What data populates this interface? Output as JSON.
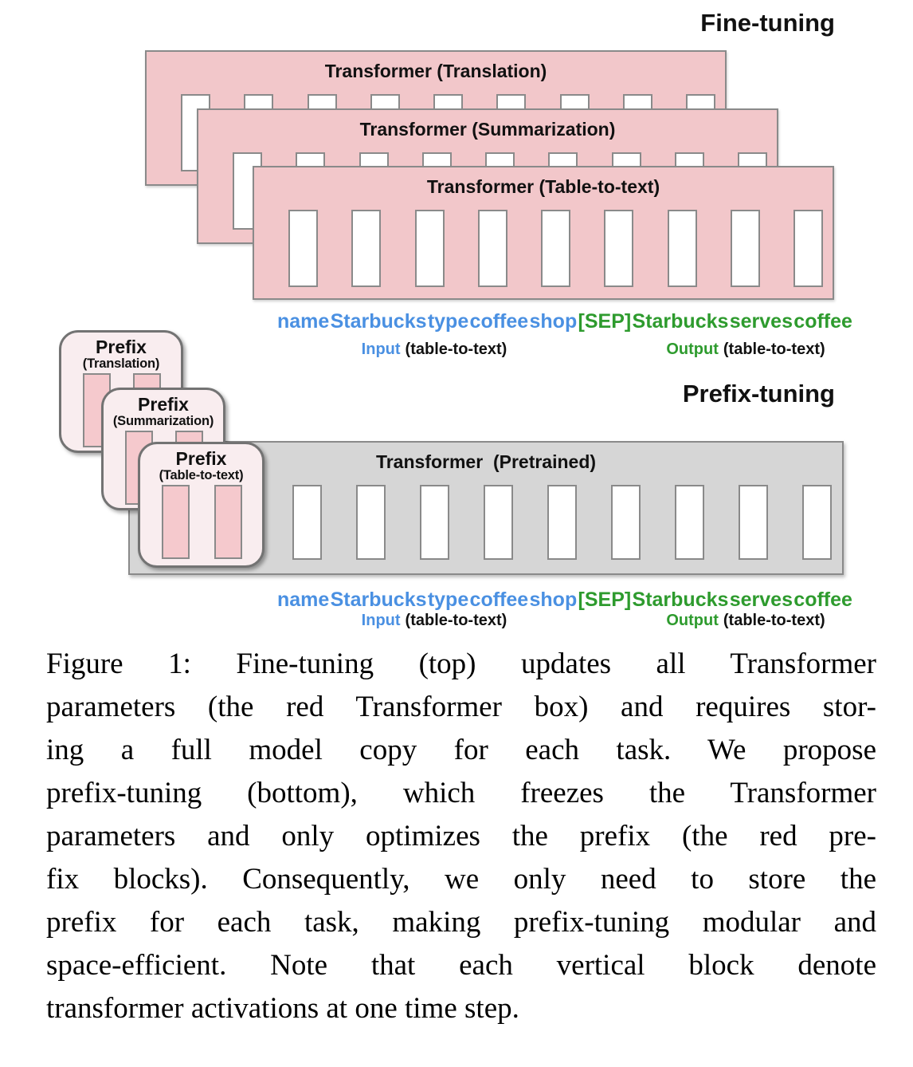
{
  "fine_tuning": {
    "title": "Fine-tuning",
    "boxes": [
      {
        "label": "Transformer (Translation)"
      },
      {
        "label": "Transformer (Summarization)"
      },
      {
        "label": "Transformer (Table-to-text)"
      }
    ],
    "activation_blocks_per_box": 9
  },
  "prefix_tuning": {
    "title": "Prefix-tuning",
    "prefix_boxes": [
      {
        "label": "Prefix",
        "sublabel": "(Translation)"
      },
      {
        "label": "Prefix",
        "sublabel": "(Summarization)"
      },
      {
        "label": "Prefix",
        "sublabel": "(Table-to-text)"
      }
    ],
    "prefix_blocks_per_box": 2,
    "transformer_box": {
      "label": "Transformer  (Pretrained)"
    },
    "activation_blocks": 9
  },
  "tokens": {
    "input": [
      "name",
      "Starbucks",
      "type",
      "coffee",
      "shop"
    ],
    "output": [
      "[SEP]",
      "Starbucks",
      "serves",
      "coffee"
    ],
    "input_label": "Input",
    "output_label": "Output",
    "task_suffix": "(table-to-text)"
  },
  "caption": {
    "lines": [
      "Figure 1: Fine-tuning (top) updates all Transformer",
      "parameters (the red Transformer box) and requires stor-",
      "ing a full model copy for each task. We propose",
      "prefix-tuning (bottom), which freezes the Transformer",
      "parameters and only optimizes the prefix (the red pre-",
      "fix blocks). Consequently, we only need to store the",
      "prefix for each task, making prefix-tuning modular and",
      "space-efficient. Note that each vertical block denote",
      "transformer activations at one time step."
    ]
  },
  "colors": {
    "token_input_blue": "#4a90e2",
    "token_output_green": "#2e9b2e",
    "transformer_pink": "#f2c7ca",
    "prefix_box_pink": "#f9edef",
    "prefix_block_pink": "#f5c9cd",
    "pretrained_gray": "#d6d6d6",
    "box_border_gray": "#8a8a8a"
  }
}
